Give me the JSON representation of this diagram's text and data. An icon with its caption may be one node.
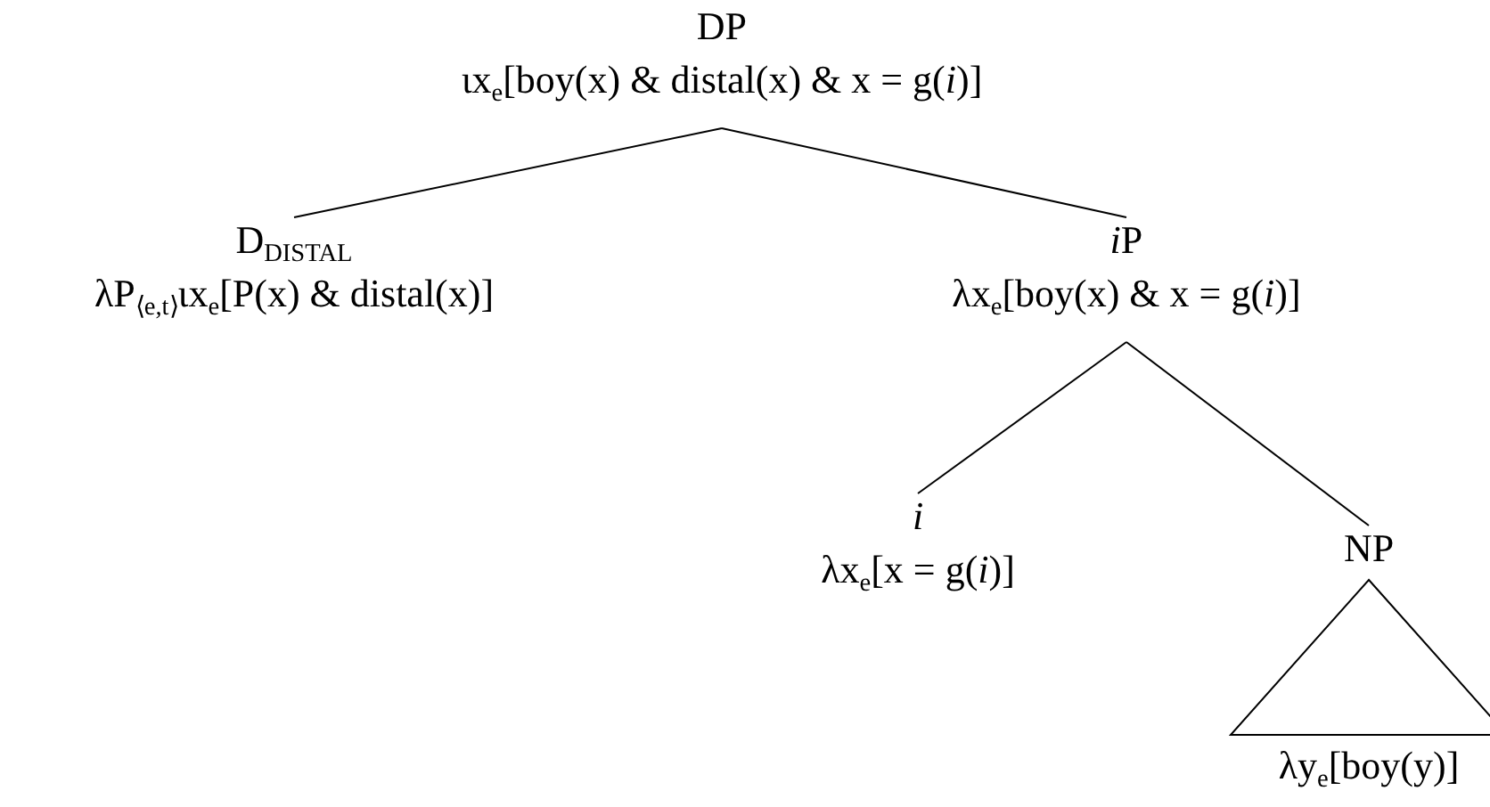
{
  "diagram": {
    "nodes": [
      {
        "text": [
          "DP",
          "ιx$_{e}$[boy(x) & distal(x) & x = g(*i*)]"
        ]
      },
      {
        "text": [
          "D$_{DISTAL}$",
          "λP$_{⟨e,t⟩}$ιx$_{e}$[P(x) & distal(x)]"
        ]
      },
      {
        "text": [
          "*i*⁠P",
          "λx$_{e}$[boy(x) & x = g(*i*)]"
        ]
      },
      {
        "text": [
          "*i*",
          "λx$_{e}$[x = g(*i*)]"
        ]
      },
      {
        "text": [
          "NP"
        ]
      },
      {
        "text": [],
        "shape": "triangle",
        "beside": [
          "λy$_{e}$[boy(y)]"
        ]
      }
    ],
    "edges": [
      {
        "from": 0,
        "to": 1,
        "arrow": "none"
      },
      {
        "from": 0,
        "to": 2,
        "arrow": "none"
      },
      {
        "from": 2,
        "to": 3,
        "arrow": "none"
      },
      {
        "from": 2,
        "to": 4,
        "arrow": "none"
      }
    ]
  }
}
